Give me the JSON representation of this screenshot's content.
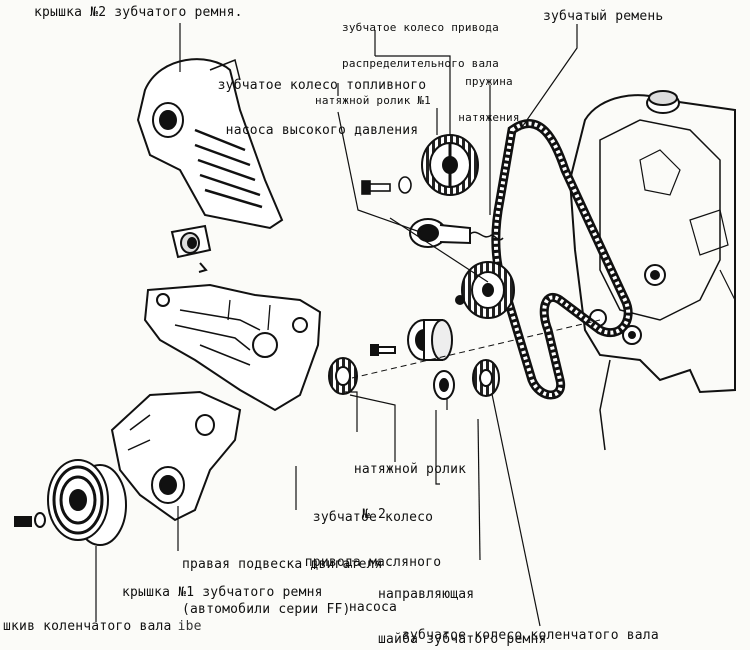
{
  "labels": {
    "cover2": "крышка №2 зубчатого ремня.",
    "camshaft_pulley_l1": "зубчатое колесо привода",
    "camshaft_pulley_l2": "распределительного вала",
    "timing_belt": "зубчатый ремень",
    "fuel_pump_pulley_l1": "зубчатое колесо топливного",
    "fuel_pump_pulley_l2": "насоса высокого давления",
    "tension_spring_l1": "пружина",
    "tension_spring_l2": "натяжения",
    "idler1": "натяжной ролик №1",
    "idler2_l1": "натяжной ролик",
    "idler2_l2": "№ 2",
    "oil_pump_pulley_l1": "зубчатое колесо",
    "oil_pump_pulley_l2": "привода масляного",
    "oil_pump_pulley_l3": "насоса",
    "engine_mount_l1": "правая подвеска двигателя",
    "engine_mount_l2": "(автомобили серии FF)",
    "guide_washer_l1": "направляющая",
    "guide_washer_l2": "шайба зубчатого ремня",
    "cover1": "крышка №1 зубчатого ремня",
    "crank_pulley": "шкив коленчатого вала",
    "crank_pulley_tail": "ibe",
    "crank_sprocket": "зубчатое колесо коленчатого вала"
  },
  "colors": {
    "ink": "#111111",
    "paper": "#fbfbf8"
  }
}
